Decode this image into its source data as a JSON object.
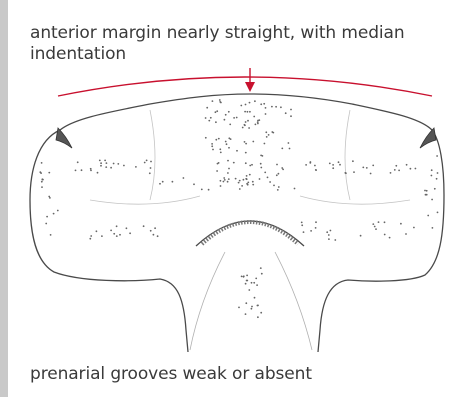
{
  "annotations": {
    "top_label": "anterior margin nearly straight, with median indentation",
    "bottom_label": "prenarial grooves weak or absent"
  },
  "colors": {
    "accent_line": "#c8102e",
    "caption_text": "#3a3a3a",
    "outline": "#4a4a4a",
    "sidebar": "#c9c9c9"
  },
  "icons": {
    "illustration": "hammerhead-shark-head-ventral-drawing"
  }
}
